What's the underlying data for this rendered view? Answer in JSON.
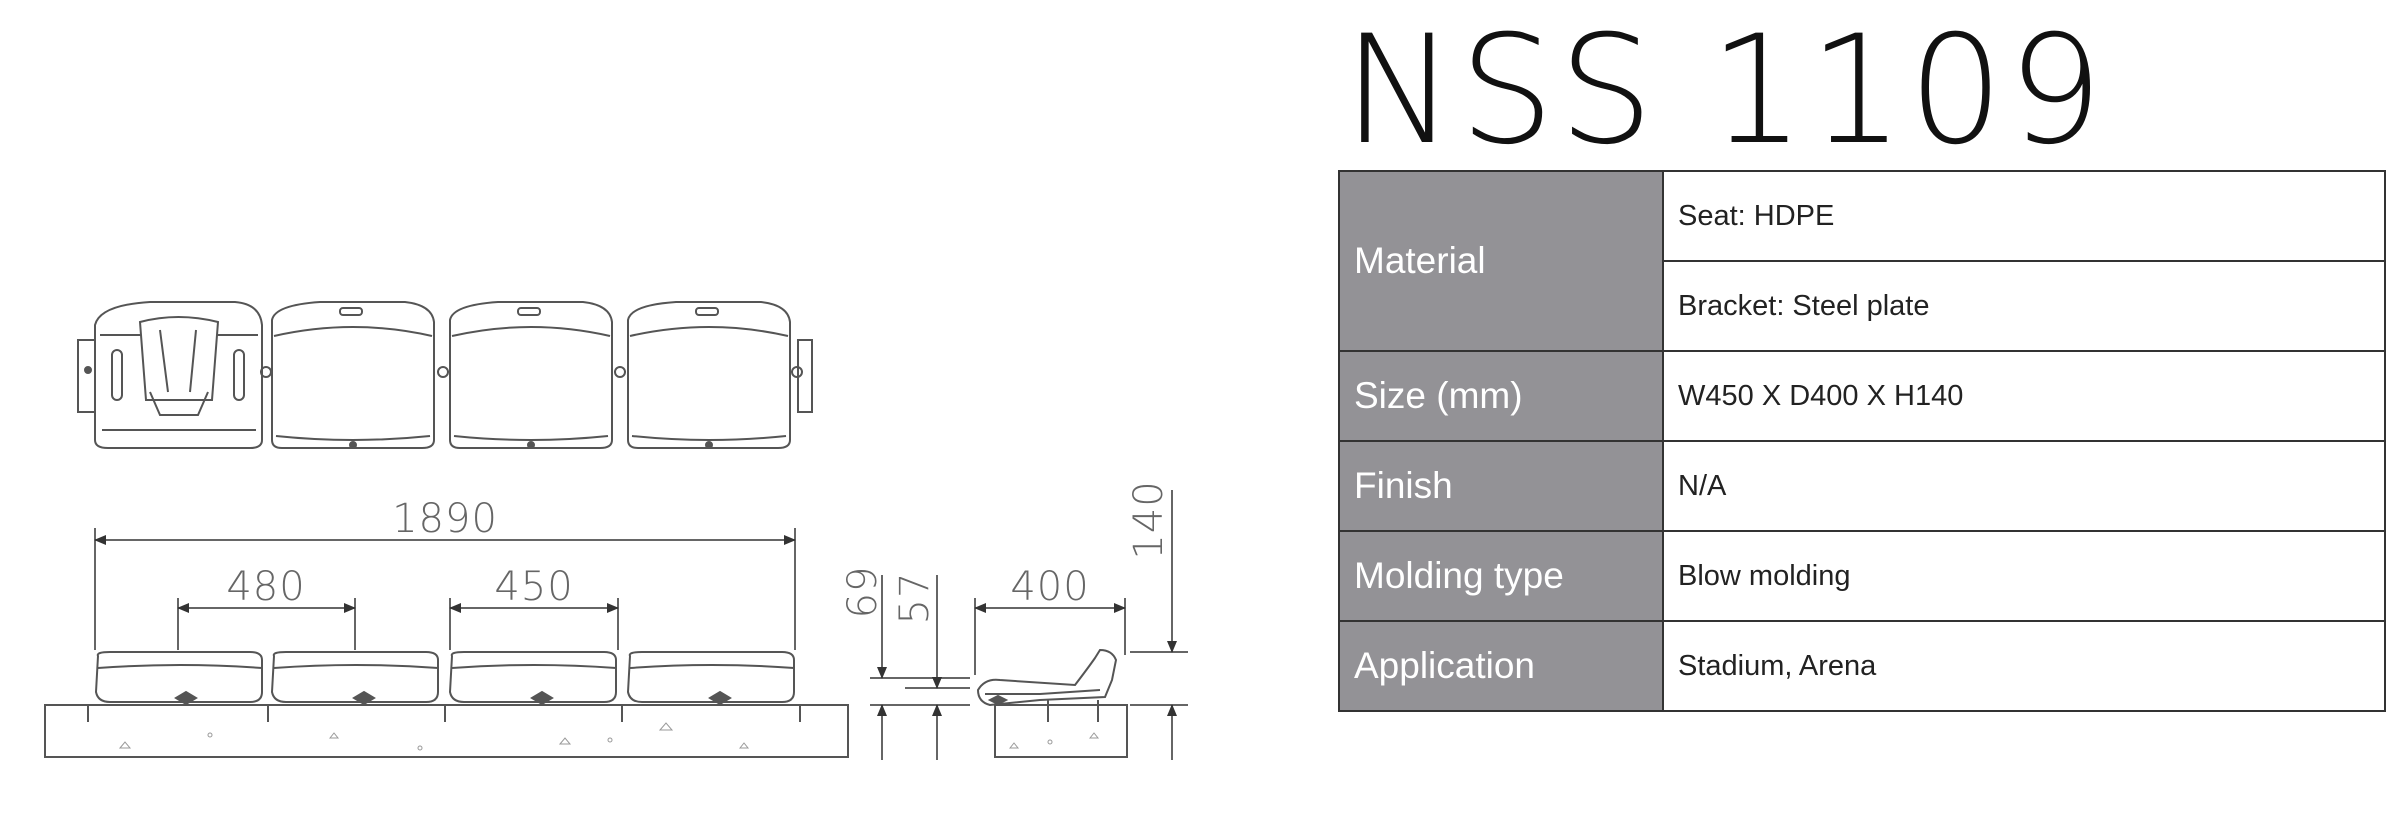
{
  "product": {
    "title": "NSS 1109"
  },
  "dimensions": {
    "overall_width": "1890",
    "seat_pitch": "480",
    "seat_width": "450",
    "seat_depth": "400",
    "seat_height": "140",
    "height_a": "69",
    "height_b": "57"
  },
  "specs": {
    "material_label": "Material",
    "material_seat": "Seat: HDPE",
    "material_bracket": "Bracket: Steel plate",
    "size_label": "Size (mm)",
    "size_value": "W450 X D400 X H140",
    "finish_label": "Finish",
    "finish_value": "N/A",
    "molding_label": "Molding type",
    "molding_value": "Blow molding",
    "application_label": "Application",
    "application_value": "Stadium, Arena"
  },
  "colors": {
    "label_bg": "#939296",
    "line": "#333333"
  },
  "icons": [
    "seat-drawing-icon",
    "dimension-arrow-icon"
  ]
}
